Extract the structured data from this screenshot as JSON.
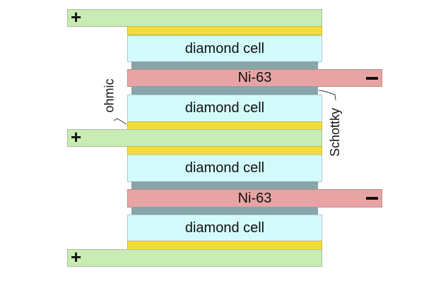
{
  "diagram": {
    "terminals": {
      "positive": "+",
      "negative": "−"
    },
    "cells": [
      "diamond cell",
      "diamond cell",
      "diamond cell",
      "diamond cell"
    ],
    "sources": [
      "Ni-63",
      "Ni-63"
    ],
    "annotations": {
      "ohmic": "ohmic",
      "schottky": "Schottky"
    },
    "colors": {
      "electrode": "#c8ecb4",
      "ohmic_contact": "#f2dc3a",
      "diamond": "#d4fbfc",
      "schottky_contact": "#86a6a9",
      "ni63": "#e8a4a4"
    }
  }
}
